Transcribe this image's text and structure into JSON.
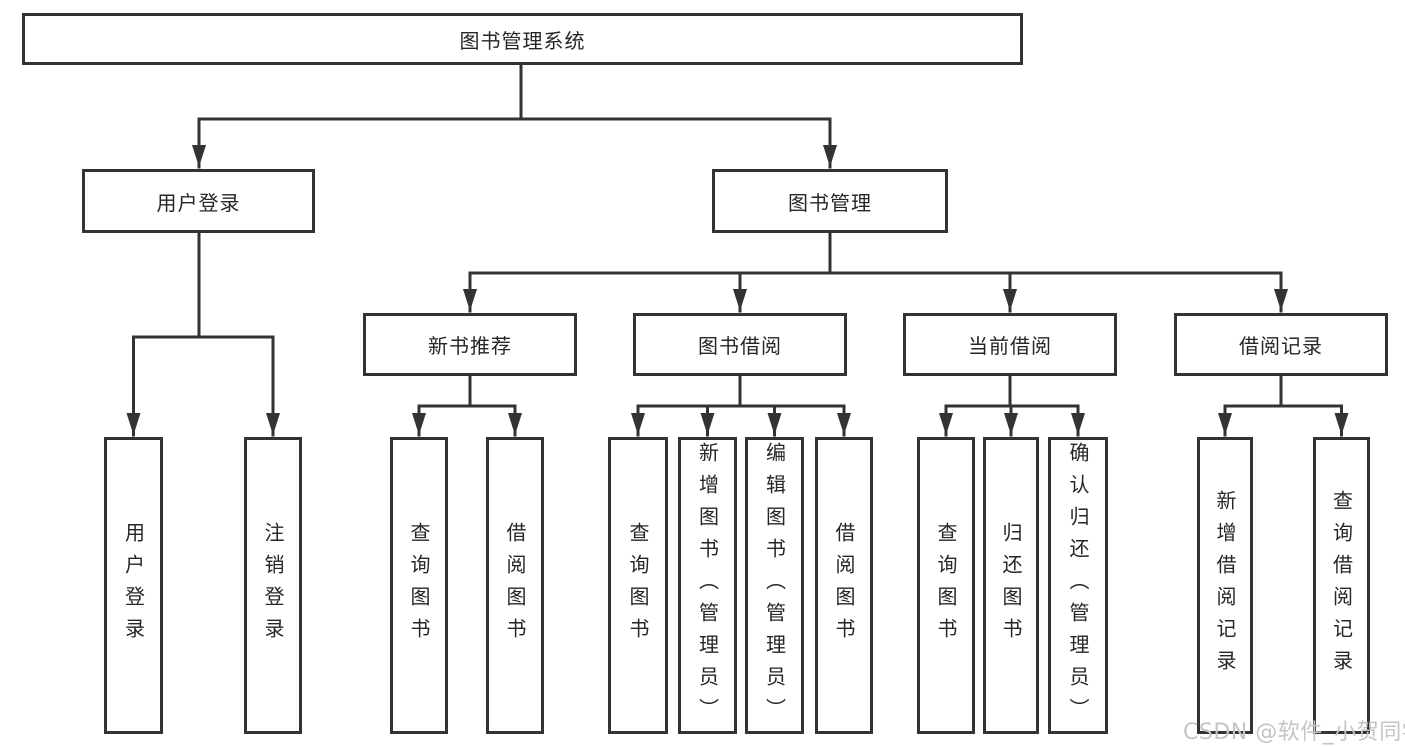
{
  "tree": {
    "root": "图书管理系统",
    "level2": [
      "用户登录",
      "图书管理"
    ],
    "level3": [
      "新书推荐",
      "图书借阅",
      "当前借阅",
      "借阅记录"
    ],
    "leaves": {
      "user_login": [
        "用户登录",
        "注销登录"
      ],
      "new_book_recommend": [
        "查询图书",
        "借阅图书"
      ],
      "book_borrow": [
        "查询图书",
        "新增图书（管理员）",
        "编辑图书（管理员）",
        "借阅图书"
      ],
      "current_borrow": [
        "查询图书",
        "归还图书",
        "确认归还（管理员）"
      ],
      "borrow_records": [
        "新增借阅记录",
        "查询借阅记录"
      ]
    }
  },
  "watermark": "CSDN @软件_小贺同学",
  "colors": {
    "line": "#333333",
    "text": "#262626",
    "background": "#ffffff",
    "watermark": "#c5c5c5"
  }
}
